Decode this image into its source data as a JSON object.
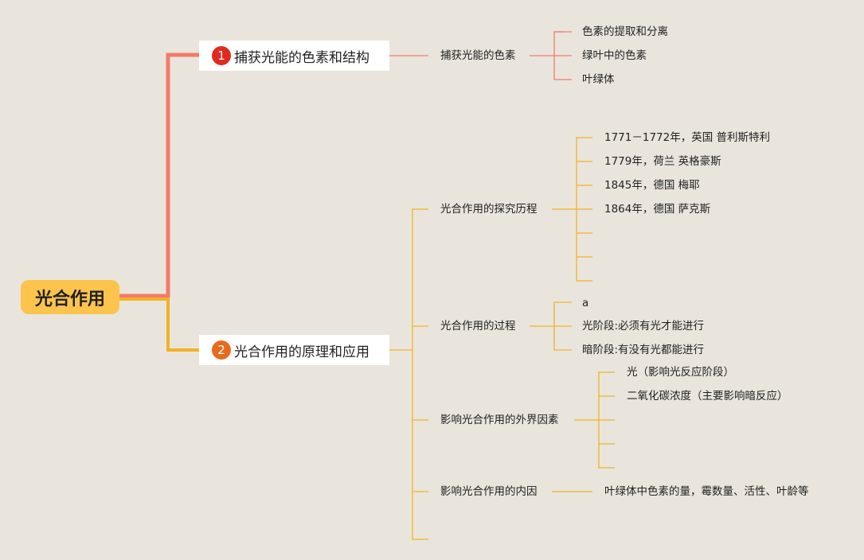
{
  "root": {
    "label": "光合作用"
  },
  "colors": {
    "branch1": "#f47a6b",
    "branch2": "#f3b226",
    "root_bg": "#fcc44d",
    "badge1": "#e02a1f",
    "badge2": "#e86a1e",
    "background": "#e9e5dc"
  },
  "branches": [
    {
      "number": "1",
      "label": "捕获光能的色素和结构",
      "children": [
        {
          "label": "捕获光能的色素",
          "children": [
            "色素的提取和分离",
            "绿叶中的色素",
            "叶绿体"
          ]
        }
      ]
    },
    {
      "number": "2",
      "label": "光合作用的原理和应用",
      "children": [
        {
          "label": "光合作用的探究历程",
          "children": [
            "1771－1772年，英国 普利斯特利",
            "1779年，荷兰 英格豪斯",
            "1845年，德国 梅耶",
            "1864年，德国 萨克斯",
            "",
            "",
            ""
          ]
        },
        {
          "label": "光合作用的过程",
          "children": [
            "a",
            "光阶段:必须有光才能进行",
            "暗阶段:有没有光都能进行"
          ]
        },
        {
          "label": "影响光合作用的外界因素",
          "children": [
            "光（影响光反应阶段）",
            "二氧化碳浓度（主要影响暗反应）",
            "",
            "",
            ""
          ]
        },
        {
          "label": "影响光合作用的内因",
          "children": [
            "叶绿体中色素的量，霉数量、活性、叶龄等"
          ]
        },
        {
          "label": ""
        }
      ]
    }
  ]
}
